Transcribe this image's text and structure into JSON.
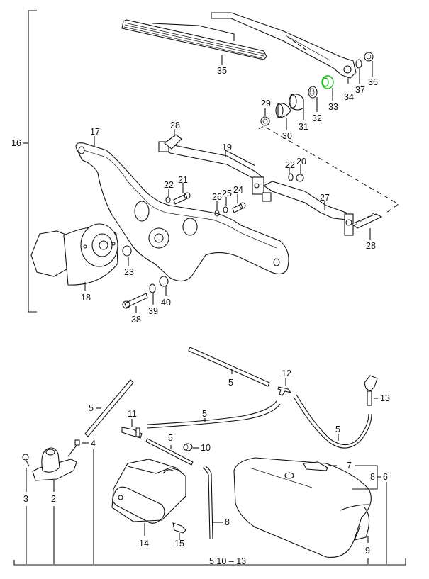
{
  "diagram": {
    "title": "Windshield wiper and washer system – exploded parts view",
    "highlight_color": "#22bb22",
    "highlighted_part": "33",
    "labels": {
      "p16": "16",
      "p17": "17",
      "p18": "18",
      "p19": "19",
      "p20": "20",
      "p21": "21",
      "p22a": "22",
      "p22b": "22",
      "p23": "23",
      "p24": "24",
      "p25": "25",
      "p26": "26",
      "p27": "27",
      "p28a": "28",
      "p28b": "28",
      "p29": "29",
      "p30": "30",
      "p31": "31",
      "p32": "32",
      "p33": "33",
      "p34": "34",
      "p35": "35",
      "p36": "36",
      "p37": "37",
      "p38": "38",
      "p39": "39",
      "p40": "40",
      "p2": "2",
      "p3": "3",
      "p4": "4",
      "p5a": "5",
      "p5b": "5",
      "p5c": "5",
      "p5d": "5",
      "p5e": "5",
      "p6": "6",
      "p7": "7",
      "p8a": "8",
      "p8b": "8",
      "p9": "9",
      "p10": "10",
      "p11": "11",
      "p12": "12",
      "p13": "13",
      "p14": "14",
      "p15": "15",
      "bottom_group": "5  10 – 13"
    }
  }
}
